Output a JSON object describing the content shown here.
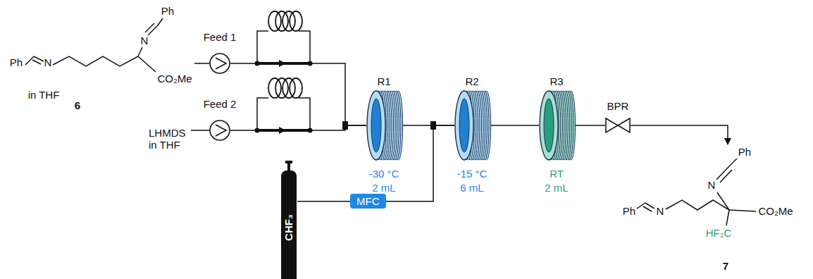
{
  "diagram": {
    "nodes": [
      {
        "text": [
          "Feed 1"
        ]
      },
      {
        "text": [
          "Feed 2"
        ]
      },
      {
        "text": [
          "R1",
          "-30 °C",
          "2 mL"
        ]
      },
      {
        "text": [
          "R2",
          "-15 °C",
          "6 mL"
        ]
      },
      {
        "text": [
          "R3",
          "RT",
          "2 mL"
        ]
      },
      {
        "text": [
          "BPR"
        ]
      },
      {
        "text": [
          "CHF₃"
        ]
      },
      {
        "text": [
          "MFC"
        ]
      }
    ],
    "edges": [
      {
        "from": 0,
        "to": 2,
        "arrow": "none"
      },
      {
        "from": 1,
        "to": 2,
        "arrow": "none"
      },
      {
        "from": 2,
        "to": 3,
        "arrow": "none"
      },
      {
        "from": 6,
        "to": 7,
        "arrow": "none"
      },
      {
        "from": 7,
        "to": 3,
        "arrow": "none"
      },
      {
        "from": 3,
        "to": 4,
        "arrow": "none"
      },
      {
        "from": 4,
        "to": 5,
        "arrow": "none"
      }
    ],
    "labels": [
      "Ph",
      "N",
      "N",
      "Ph",
      "CO₂Me",
      "in THF",
      "6",
      "LHMDS in THF",
      "Ph",
      "N",
      "N",
      "Ph",
      "HF₂C",
      "CO₂Me",
      "7"
    ]
  }
}
